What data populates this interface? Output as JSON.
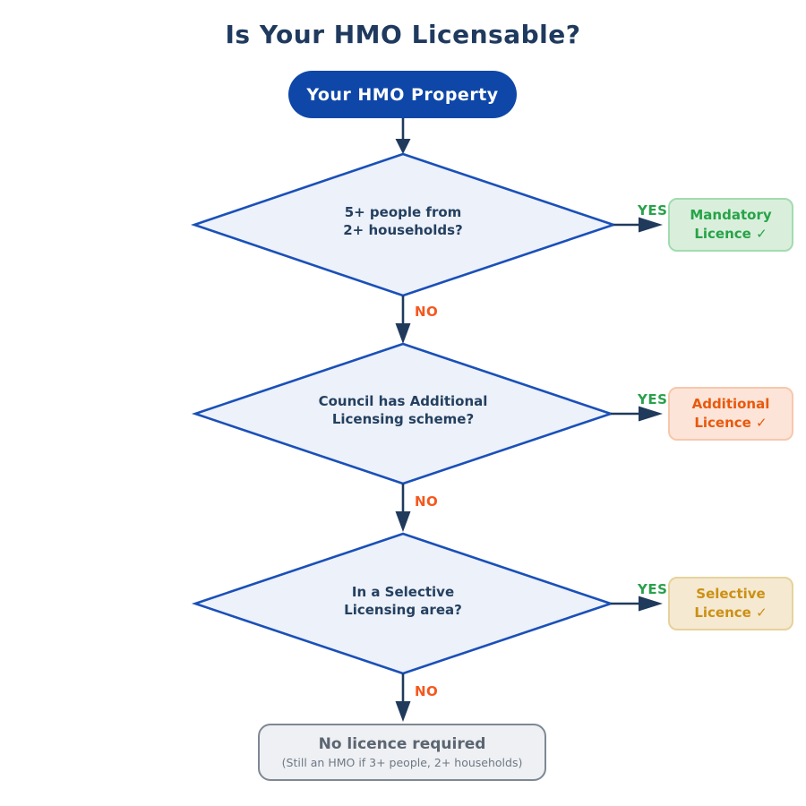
{
  "title": "Is Your HMO Licensable?",
  "start": {
    "label": "Your HMO Property"
  },
  "decisions": [
    {
      "question": "5+ people from\n2+ households?",
      "yes": "YES",
      "no": "NO"
    },
    {
      "question": "Council has Additional\nLicensing scheme?",
      "yes": "YES",
      "no": "NO"
    },
    {
      "question": "In a Selective\nLicensing area?",
      "yes": "YES",
      "no": "NO"
    }
  ],
  "outcomes": [
    {
      "label": "Mandatory\nLicence ✓",
      "text_color": "#27a348",
      "fill": "#d9efdc",
      "border": "#a3dbb0"
    },
    {
      "label": "Additional\nLicence ✓",
      "text_color": "#e8590c",
      "fill": "#fde4d8",
      "border": "#f8c7ac"
    },
    {
      "label": "Selective\nLicence ✓",
      "text_color": "#cc9014",
      "fill": "#f5e9d1",
      "border": "#e6d29b"
    }
  ],
  "end": {
    "title": "No licence required",
    "subtitle": "(Still an HMO if 3+ people, 2+ households)"
  },
  "colors": {
    "title_text": "#1f3a5e",
    "start_fill": "#0e47a8",
    "start_text": "#ffffff",
    "diamond_fill": "#edf1fa",
    "diamond_border": "#1a50b8",
    "arrow": "#203a5c",
    "yes_label": "#2aa04c",
    "no_label": "#f4581f",
    "end_fill": "#eef0f3",
    "end_border": "#7e8894",
    "end_text": "#5c6672"
  }
}
